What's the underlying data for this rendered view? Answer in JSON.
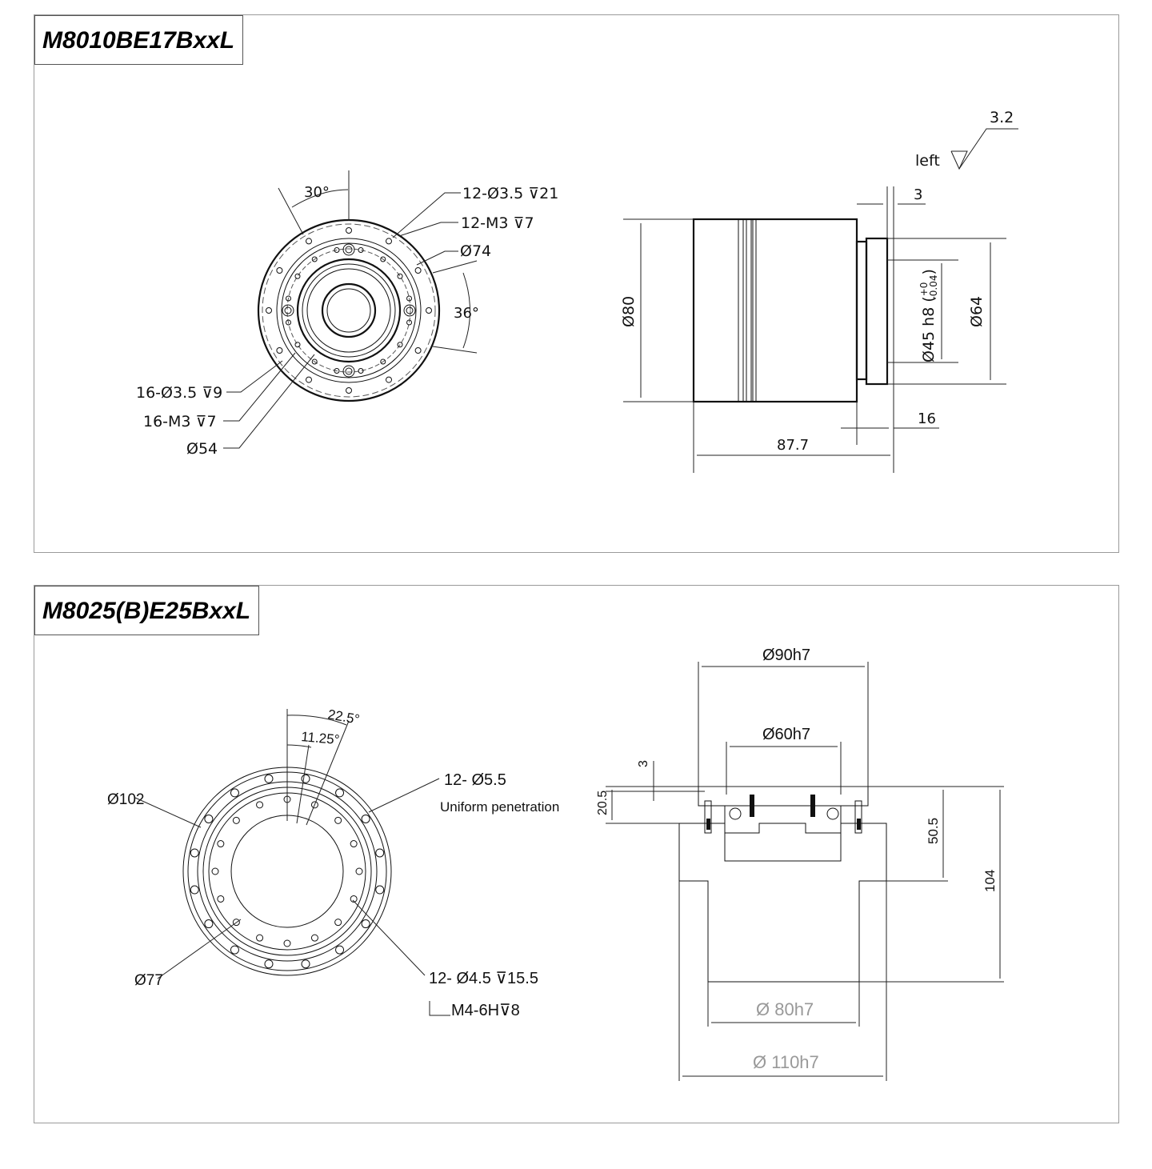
{
  "panel1": {
    "title": "M8010BE17BxxL",
    "front": {
      "angle_top": "30°",
      "holes_outer_thru": "12-Ø3.5 ⊽21",
      "holes_outer_tap": "12-M3 ⊽7",
      "pcd_outer": "Ø74",
      "angle_side": "36°",
      "holes_inner_thru": "16-Ø3.5 ⊽9",
      "holes_inner_tap": "16-M3 ⊽7",
      "pcd_inner": "Ø54",
      "outer_hole_count": 12,
      "inner_hole_count": 16
    },
    "side": {
      "roughness": "3.2",
      "roughness_note": "left",
      "flange_thickness": "3",
      "body_dia": "Ø80",
      "spigot_dia": "Ø45 h8",
      "tol_upper": "+0",
      "tol_lower": "-0.04",
      "flange_dia": "Ø64",
      "flange_len": "16",
      "total_len": "87.7"
    }
  },
  "panel2": {
    "title": "M8025(B)E25BxxL",
    "front": {
      "angle_outer": "22.5°",
      "angle_inner": "11.25°",
      "pcd_outer": "Ø102",
      "holes_outer": "12- Ø5.5",
      "holes_outer_note": "Uniform penetration",
      "pcd_inner": "Ø77",
      "holes_inner": "12- Ø4.5 ⊽15.5",
      "holes_inner_tap": "M4-6H⊽8",
      "outer_hole_count": 16,
      "inner_hole_count": 16
    },
    "section": {
      "top_dia": "Ø90h7",
      "mid_dia": "Ø60h7",
      "step": "3",
      "flange_h": "20.5",
      "upper_h": "50.5",
      "total_h": "104",
      "body_dia": "Ø 80h7",
      "base_dia": "Ø 110h7"
    }
  }
}
